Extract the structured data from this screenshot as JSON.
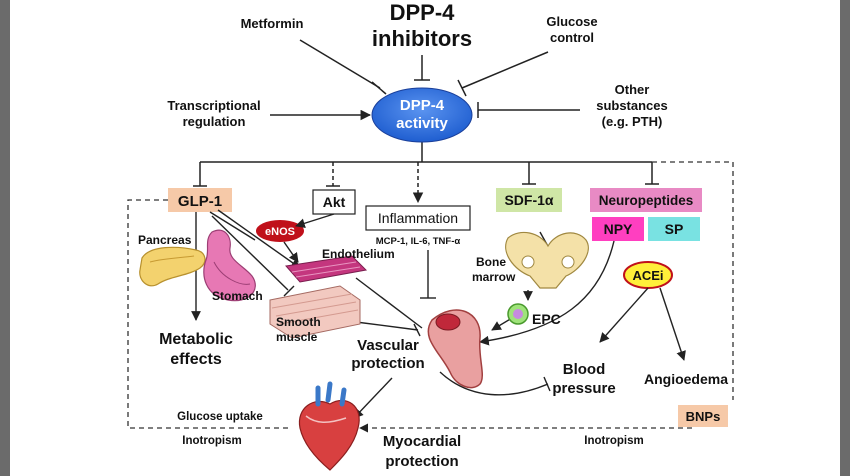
{
  "title": {
    "line1": "DPP-4",
    "line2": "inhibitors"
  },
  "center": {
    "line1": "DPP-4",
    "line2": "activity"
  },
  "regulators": {
    "metformin": "Metformin",
    "glucose": {
      "line1": "Glucose",
      "line2": "control"
    },
    "transcriptional": {
      "line1": "Transcriptional",
      "line2": "regulation"
    },
    "other": {
      "line1": "Other",
      "line2": "substances",
      "line3": "(e.g. PTH)"
    }
  },
  "substrates": {
    "glp1": "GLP-1",
    "akt": "Akt",
    "inflammation": "Inflammation",
    "inflammation_markers": "MCP-1, IL-6, TNF-α",
    "sdf1": "SDF-1α",
    "neuropeptides": "Neuropeptides",
    "npy": "NPY",
    "sp": "SP",
    "acei": "ACEi",
    "enos": "eNOS",
    "bnps": "BNPs"
  },
  "tissues": {
    "pancreas": "Pancreas",
    "stomach": "Stomach",
    "endothelium": "Endothelium",
    "smooth_muscle": {
      "line1": "Smooth",
      "line2": "muscle"
    },
    "bone_marrow": {
      "line1": "Bone",
      "line2": "marrow"
    },
    "epc": "EPC"
  },
  "outcomes": {
    "metabolic": {
      "line1": "Metabolic",
      "line2": "effects"
    },
    "vascular": {
      "line1": "Vascular",
      "line2": "protection"
    },
    "blood_pressure": {
      "line1": "Blood",
      "line2": "pressure"
    },
    "angioedema": "Angioedema",
    "myocardial": {
      "line1": "Myocardial",
      "line2": "protection"
    },
    "glucose_uptake": "Glucose uptake",
    "inotropism_left": "Inotropism",
    "inotropism_right": "Inotropism"
  },
  "colors": {
    "side_bar": "#6b6b6b",
    "center_fill": "#2f6fe0",
    "glp1_fill": "#f6c9a8",
    "sdf1_fill": "#cfe6a6",
    "neuropeptides_fill": "#e88ac4",
    "npy_fill": "#ff3fc0",
    "sp_fill": "#79e2e2",
    "acei_fill": "#ffef3a",
    "enos_fill": "#c0101a",
    "bnps_fill": "#f6c9a8"
  }
}
